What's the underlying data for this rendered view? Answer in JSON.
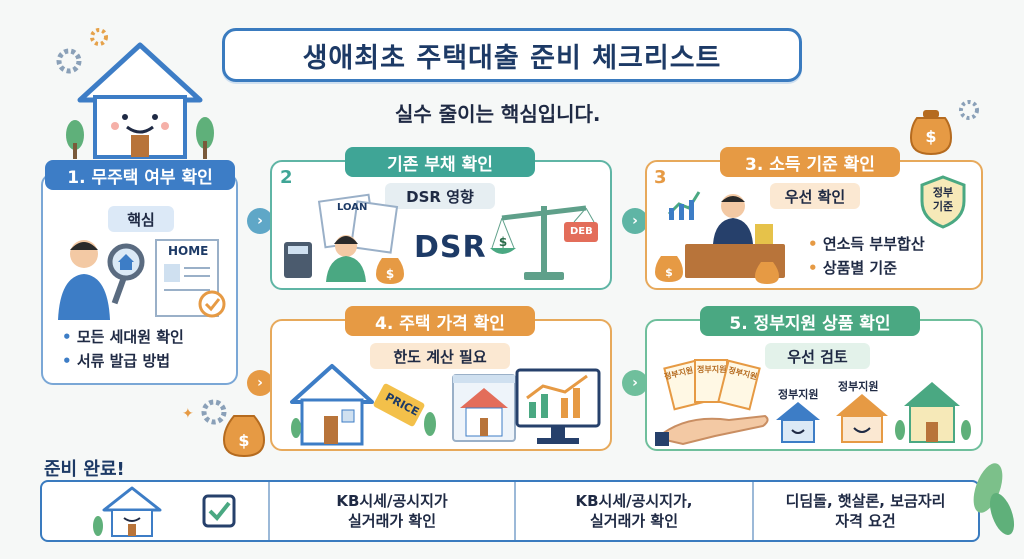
{
  "title": "생애최초 주택대출 준비 체크리스트",
  "subtitle": "실수 줄이는 핵심입니다.",
  "step1": {
    "tag": "1. 무주택 여부 확인",
    "pill": "핵심",
    "home_label": "HOME",
    "bullets": [
      "모든 세대원 확인",
      "서류 발급 방법"
    ]
  },
  "step2": {
    "num": "2",
    "tag": "기존 부채 확인",
    "pill": "DSR 영향",
    "loan_label": "LOAN",
    "dsr": "DSR",
    "debt_label": "DEB"
  },
  "step3": {
    "num": "3",
    "tag": "3. 소득 기준 확인",
    "pill": "우선 확인",
    "badge": "정부\n기준",
    "bullets": [
      "연소득 부부합산",
      "상품별 기준"
    ]
  },
  "step4": {
    "tag": "4. 주택 가격 확인",
    "pill": "한도 계산 필요",
    "price_label": "PRICE"
  },
  "step5": {
    "tag": "5. 정부지원 상품 확인",
    "pill": "우선 검토",
    "doc_labels": [
      "정부지원",
      "정부지원",
      "정부지원"
    ],
    "house_labels": [
      "정부지원",
      "정부지원"
    ]
  },
  "bottom": {
    "done_label": "준비 완료!",
    "cells": [
      "KB시세/공시지가\n실거래가 확인",
      "KB시세/공시지가,\n실거래가 확인",
      "디딤돌, 햇살론, 보금자리\n자격 요건"
    ]
  },
  "colors": {
    "blue": "#3d7dc6",
    "teal": "#3fa596",
    "orange": "#e69a44",
    "green": "#4aa882"
  }
}
